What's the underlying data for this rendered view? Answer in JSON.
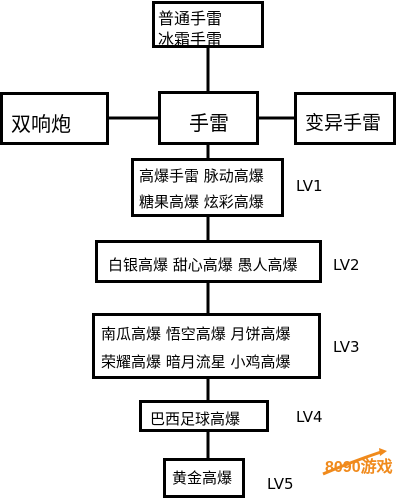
{
  "nodes": {
    "top_line1": "普通手雷",
    "top_line2": "冰霜手雷",
    "center": "手雷",
    "left": "双响炮",
    "right": "变异手雷",
    "lv1_line1": "高爆手雷 脉动高爆",
    "lv1_line2": "糖果高爆 炫彩高爆",
    "lv2_line1": "白银高爆 甜心高爆 愚人高爆",
    "lv3_line1": "南瓜高爆 悟空高爆 月饼高爆",
    "lv3_line2": "荣耀高爆 暗月流星 小鸡高爆",
    "lv4_line1": "巴西足球高爆",
    "lv5_line1": "黄金高爆"
  },
  "levels": {
    "lv1": "LV1",
    "lv2": "LV2",
    "lv3": "LV3",
    "lv4": "LV4",
    "lv5": "LV5"
  },
  "watermark": {
    "text": "8090游戏",
    "accent": "#f08a1c",
    "color": "#2a63c5"
  }
}
